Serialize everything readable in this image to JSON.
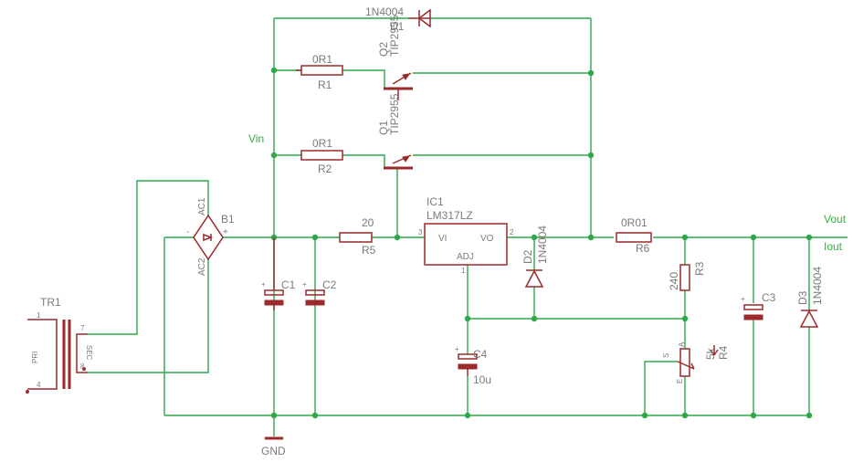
{
  "colors": {
    "wire": "#2fa84a",
    "component": "#9c2a2a",
    "label": "#7a7a7a",
    "net_label": "#2db33a"
  },
  "labels": {
    "d1_value": "1N4004",
    "d1_name": "D1",
    "q2_name": "Q2",
    "q2_value": "TIP2955",
    "q1_name": "Q1",
    "q1_value": "TIP2955",
    "r1_value": "0R1",
    "r1_name": "R1",
    "r2_value": "0R1",
    "r2_name": "R2",
    "vin": "Vin",
    "ic1_name": "IC1",
    "ic1_value": "LM317LZ",
    "ic_pin_vi": "VI",
    "ic_pin_vo": "VO",
    "ic_pin_adj": "ADJ",
    "ic_pin_3": "3",
    "ic_pin_2": "2",
    "ic_pin_1": "1",
    "b1_name": "B1",
    "b1_ac1": "AC1",
    "b1_ac2": "AC2",
    "b1_minus": "-",
    "b1_plus": "+",
    "r5_value": "20",
    "r5_name": "R5",
    "c1_name": "C1",
    "c2_name": "C2",
    "c4_name": "C4",
    "c4_value": "10u",
    "d2_name": "D2",
    "d2_value": "1N4004",
    "r6_value": "0R01",
    "r6_name": "R6",
    "r3_value": "240",
    "r3_name": "R3",
    "r4_value": "5k",
    "r4_name": "R4",
    "r4_pin_a": "A",
    "r4_pin_s": "S",
    "r4_pin_e": "E",
    "c3_name": "C3",
    "d3_name": "D3",
    "d3_value": "1N4004",
    "vout": "Vout",
    "iout": "Iout",
    "gnd": "GND",
    "tr1_name": "TR1",
    "tr1_pri": "PRI",
    "tr1_sec": "SEC",
    "tr1_pin_1": "1",
    "tr1_pin_4": "4",
    "tr1_pin_7": "7",
    "tr1_pin_8": "8"
  }
}
